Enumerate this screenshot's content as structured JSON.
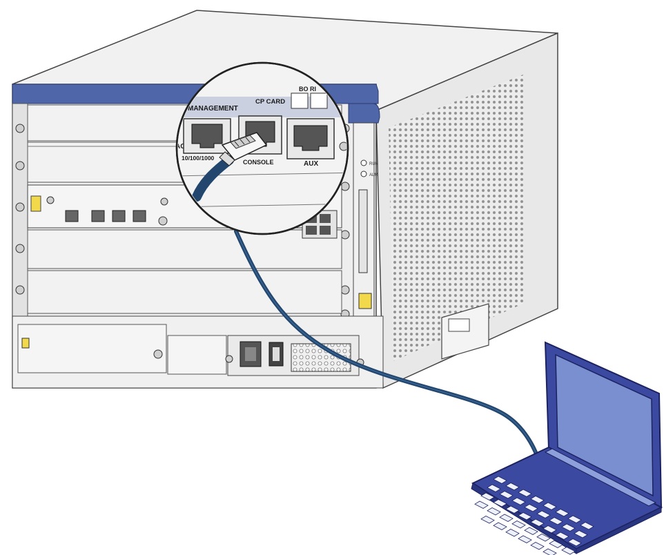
{
  "callout": {
    "management_label": "MANAGEMENT",
    "cp_card_label": "CP CARD",
    "top_right_label": "BO RI",
    "act_label": "ACT",
    "mgmt_port_sublabel": "10/100/1000",
    "console_label": "CONSOLE",
    "aux_label": "AUX"
  },
  "chassis": {
    "run_label": "RUN",
    "alm_label": "ALM"
  },
  "colors": {
    "blue_trim": "#4f66a8",
    "cable": "#22466e",
    "laptop_body": "#3b4aa0",
    "laptop_screen": "#7a8fd0",
    "chassis_face": "#eeeeee",
    "chassis_side": "#e6e6e6"
  },
  "icons": {
    "laptop": "laptop-icon",
    "cable": "console-cable",
    "connector": "rj45-connector-icon"
  }
}
